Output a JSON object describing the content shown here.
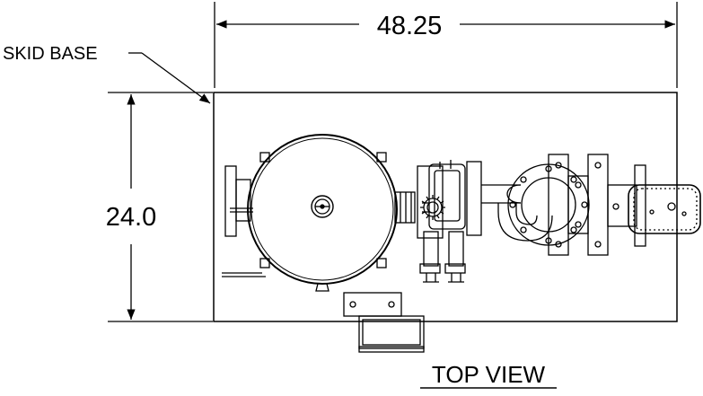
{
  "dimensions": {
    "width_label": "48.25",
    "height_label": "24.0"
  },
  "callouts": {
    "skid_base": "SKID BASE"
  },
  "view_title": "TOP VIEW",
  "colors": {
    "line": "#000000",
    "background": "#ffffff"
  }
}
